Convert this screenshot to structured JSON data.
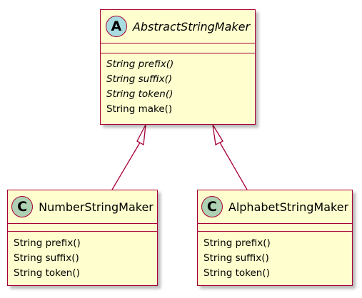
{
  "diagram": {
    "colors": {
      "background": "#FEFECE",
      "border": "#A80036",
      "abstract_badge": "#A9DCDF",
      "class_badge": "#ADD1B2"
    },
    "classes": [
      {
        "name": "AbstractStringMaker",
        "stereotype_letter": "A",
        "abstract": true,
        "members": [
          {
            "text": "String prefix()",
            "abstract": true
          },
          {
            "text": "String suffix()",
            "abstract": true
          },
          {
            "text": "String token()",
            "abstract": true
          },
          {
            "text": "String make()",
            "abstract": false
          }
        ]
      },
      {
        "name": "NumberStringMaker",
        "stereotype_letter": "C",
        "abstract": false,
        "members": [
          {
            "text": "String prefix()",
            "abstract": false
          },
          {
            "text": "String suffix()",
            "abstract": false
          },
          {
            "text": "String token()",
            "abstract": false
          }
        ]
      },
      {
        "name": "AlphabetStringMaker",
        "stereotype_letter": "C",
        "abstract": false,
        "members": [
          {
            "text": "String prefix()",
            "abstract": false
          },
          {
            "text": "String suffix()",
            "abstract": false
          },
          {
            "text": "String token()",
            "abstract": false
          }
        ]
      }
    ],
    "relations": [
      {
        "type": "generalization",
        "from": "NumberStringMaker",
        "to": "AbstractStringMaker"
      },
      {
        "type": "generalization",
        "from": "AlphabetStringMaker",
        "to": "AbstractStringMaker"
      }
    ]
  }
}
